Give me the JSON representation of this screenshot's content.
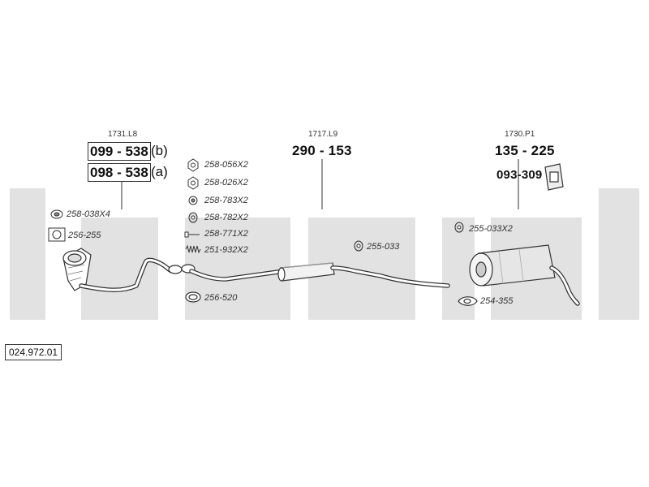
{
  "groups": [
    {
      "code": "1731.L8",
      "parts": [
        {
          "number": "099 - 538",
          "suffix": "(b)"
        },
        {
          "number": "098 - 538",
          "suffix": "(a)"
        }
      ]
    },
    {
      "code": "1717.L9",
      "parts": [
        {
          "number": "290 - 153"
        }
      ]
    },
    {
      "code": "1730.P1",
      "parts": [
        {
          "number": "135 - 225"
        },
        {
          "number": "093-309"
        }
      ]
    }
  ],
  "labels": {
    "l258_038x4": "258-038X4",
    "l256_255": "256-255",
    "l258_056x2": "258-056X2",
    "l258_026x2": "258-026X2",
    "l258_783x2": "258-783X2",
    "l258_782x2": "258-782X2",
    "l258_771x2": "258-771X2",
    "l251_932x2": "251-932X2",
    "l256_520": "256-520",
    "l255_033": "255-033",
    "l255_033x2": "255-033X2",
    "l254_355": "254-355"
  },
  "reference": "024.972.01",
  "colors": {
    "watermark": "#e2e2e2",
    "line": "#333333"
  }
}
